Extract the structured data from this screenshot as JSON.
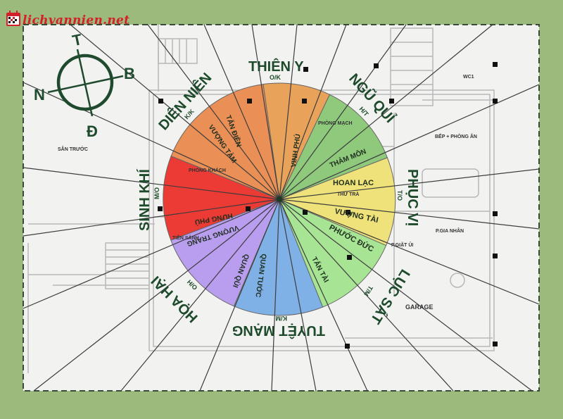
{
  "site": {
    "logo_text": "lichvannien.net",
    "logo_icon": "calendar-icon",
    "logo_color": "#d4202a"
  },
  "colors": {
    "background": "#9cba7b",
    "panel": "#f2f2f1",
    "label_green": "#1d4a2a",
    "compass": "#1f4a2e"
  },
  "compass": {
    "north": "T",
    "east": "B",
    "west": "N",
    "south": "Đ"
  },
  "directions": [
    {
      "name": "THIÊN Y",
      "code": "O/K"
    },
    {
      "name": "NGŨ QUỈ",
      "code": "H/T"
    },
    {
      "name": "PHỤC VỊ",
      "code": "T/O"
    },
    {
      "name": "LỤC SÁT",
      "code": "T/M"
    },
    {
      "name": "TUYỆT MẠNG",
      "code": "K/M"
    },
    {
      "name": "HỌA HẠI",
      "code": "O/H"
    },
    {
      "name": "SINH KHÍ",
      "code": "M/O"
    },
    {
      "name": "DIÊN NIÊN",
      "code": "K/K"
    }
  ],
  "sectors": [
    {
      "name": "THIÊN Y",
      "color": "#e9a25a"
    },
    {
      "name": "NGŨ QUỈ",
      "color": "#8fc97c"
    },
    {
      "name": "PHỤC VỊ",
      "color": "#f0e27a"
    },
    {
      "name": "LỤC SÁT",
      "color": "#a7e594"
    },
    {
      "name": "TUYỆT MẠNG",
      "color": "#7fb1e6"
    },
    {
      "name": "HỌA HẠI",
      "color": "#b99ef0"
    },
    {
      "name": "SINH KHÍ",
      "color": "#ec3a34"
    },
    {
      "name": "DIÊN NIÊN",
      "color": "#ea8f55"
    }
  ],
  "sub_labels": {
    "vinh_phu": "VINH PHÚ",
    "tan_dien": "TẤN ĐIỀN",
    "vuong_tam": "VƯỢNG TÀM",
    "tham_mon": "THẢM MÔN",
    "hoan_lac": "HOAN LẠC",
    "vuong_tai": "VƯỢNG TÀI",
    "phuoc_duc": "PHƯỚC ĐỨC",
    "tan_tai": "TẤN TÀI",
    "quan_tuoc": "QUAN TƯỚC",
    "quan_qui": "QUAN QÙI",
    "vuong_trang": "VƯỢNG TRANG",
    "hung_phu": "HƯNG PHÚ"
  },
  "rooms": {
    "san_truoc": "SÂN TRƯỚC",
    "phong_mach": "PHÒNG MẠCH",
    "wc1": "WC1",
    "bep_phong_an": "BẾP + PHÒNG ĂN",
    "thu_tra": "THƯ TRÀ",
    "phong_khach": "PHÒNG KHÁCH",
    "tien_sanh": "TIỀN SẢNH",
    "p_gia_nhan": "P.GIA NHÂN",
    "p_giat_ui": "P.GIẶT ỦI",
    "garage": "GARAGE"
  }
}
